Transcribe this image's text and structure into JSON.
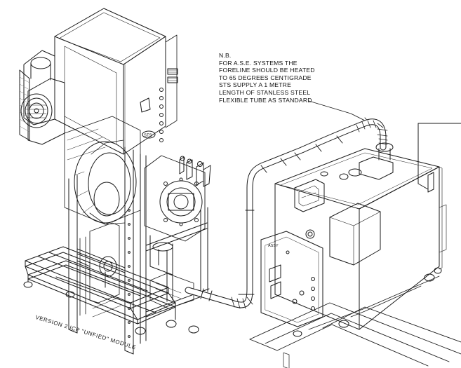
{
  "note": {
    "lines": [
      "N.B.",
      "FOR A.S.E. SYSTEMS THE",
      "FORELINE SHOULD BE HEATED",
      "TO 65 DEGREES CENTIGRADE",
      "STS SUPPLY A 1 METRE",
      "LENGTH OF STANLESS STEEL",
      "FLEXIBLE TUBE AS STANDARD"
    ]
  },
  "caption": "VERSION 2 ICP \"UNFIED\" MODULE",
  "labels": {
    "control_box_badge": "STS",
    "pump_panel_label": "ASSY"
  },
  "colors": {
    "line": "#1a1a1a",
    "background": "#ffffff",
    "hatch": "#777777"
  }
}
